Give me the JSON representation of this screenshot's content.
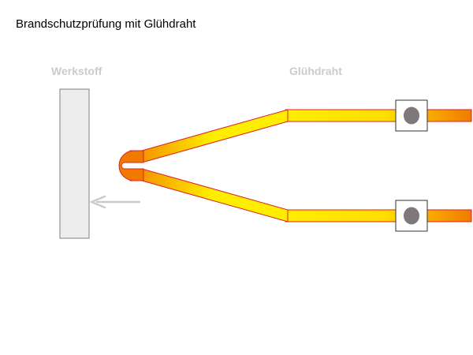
{
  "title": "Brandschutzprüfung mit Glühdraht",
  "labels": {
    "material": "Werkstoff",
    "glow_wire": "Glühdraht"
  },
  "colors": {
    "label_gray": "#cfcaca",
    "material_fill": "#eeedee",
    "material_stroke": "#7f7f7f",
    "wire_dark_orange": "#f07a00",
    "wire_yellow": "#ffee00",
    "wire_outline": "#e02020",
    "clamp_screw": "#7e7878",
    "arrow": "#cfcaca"
  }
}
